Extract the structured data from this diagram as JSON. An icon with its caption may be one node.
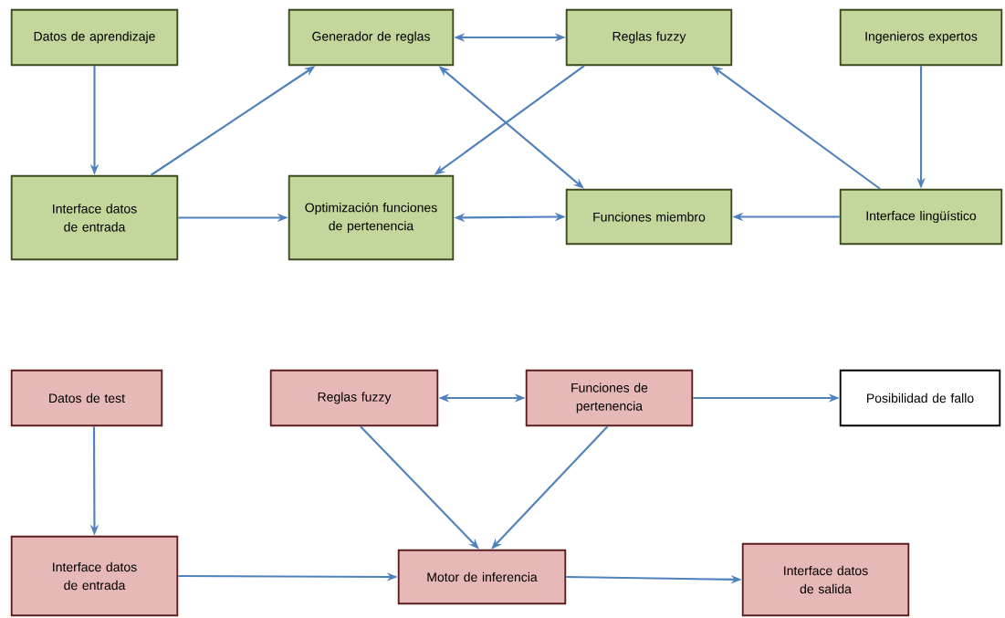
{
  "diagram": {
    "nodes": [
      {
        "text": [
          "Datos de aprendizaje"
        ]
      },
      {
        "text": [
          "Generador de reglas"
        ]
      },
      {
        "text": [
          "Reglas fuzzy"
        ]
      },
      {
        "text": [
          "Ingenieros expertos"
        ]
      },
      {
        "text": [
          "Interface datos de entrada"
        ]
      },
      {
        "text": [
          "Optimización funciones de pertenencia"
        ]
      },
      {
        "text": [
          "Funciones miembro"
        ]
      },
      {
        "text": [
          "Interface lingüístico"
        ]
      },
      {
        "text": [
          "Datos de test"
        ]
      },
      {
        "text": [
          "Reglas fuzzy"
        ]
      },
      {
        "text": [
          "Funciones de pertenencia"
        ]
      },
      {
        "text": [
          "Posibilidad de fallo"
        ]
      },
      {
        "text": [
          "Interface datos de entrada"
        ]
      },
      {
        "text": [
          "Motor de inferencia"
        ]
      },
      {
        "text": [
          "Interface datos de salida"
        ]
      }
    ],
    "edges": [
      {
        "from": 0,
        "to": 4,
        "arrow": "to"
      },
      {
        "from": 4,
        "to": 1,
        "arrow": "to"
      },
      {
        "from": 1,
        "to": 2,
        "arrow": "both"
      },
      {
        "from": 2,
        "to": 5,
        "arrow": "to"
      },
      {
        "from": 1,
        "to": 6,
        "arrow": "both"
      },
      {
        "from": 7,
        "to": 2,
        "arrow": "to"
      },
      {
        "from": 3,
        "to": 7,
        "arrow": "to"
      },
      {
        "from": 4,
        "to": 5,
        "arrow": "to"
      },
      {
        "from": 5,
        "to": 6,
        "arrow": "both"
      },
      {
        "from": 7,
        "to": 6,
        "arrow": "to"
      },
      {
        "from": 8,
        "to": 12,
        "arrow": "to"
      },
      {
        "from": 9,
        "to": 10,
        "arrow": "both"
      },
      {
        "from": 10,
        "to": 11,
        "arrow": "to"
      },
      {
        "from": 9,
        "to": 13,
        "arrow": "to"
      },
      {
        "from": 10,
        "to": 13,
        "arrow": "to"
      },
      {
        "from": 12,
        "to": 13,
        "arrow": "to"
      },
      {
        "from": 13,
        "to": 14,
        "arrow": "to"
      }
    ]
  }
}
